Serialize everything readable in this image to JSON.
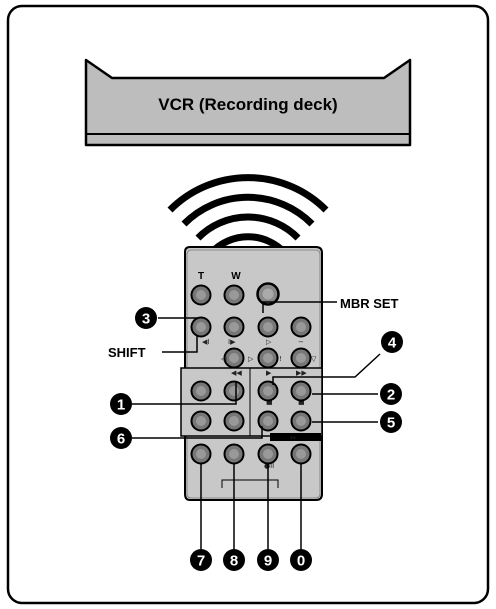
{
  "vcr": {
    "label": "VCR (Recording deck)"
  },
  "remote": {
    "zoom_t": "T",
    "zoom_w": "W",
    "shift_label": "SHIFT",
    "mbr_set_label": "MBR SET"
  },
  "callouts": {
    "c1": "1",
    "c2": "2",
    "c3": "3",
    "c4": "4",
    "c5": "5",
    "c6": "6",
    "c7": "7",
    "c8": "8",
    "c9": "9",
    "c0": "0"
  },
  "colors": {
    "frame": "#000000",
    "vcr_fill": "#bdbdbd",
    "remote_fill": "#c8c8c8"
  }
}
